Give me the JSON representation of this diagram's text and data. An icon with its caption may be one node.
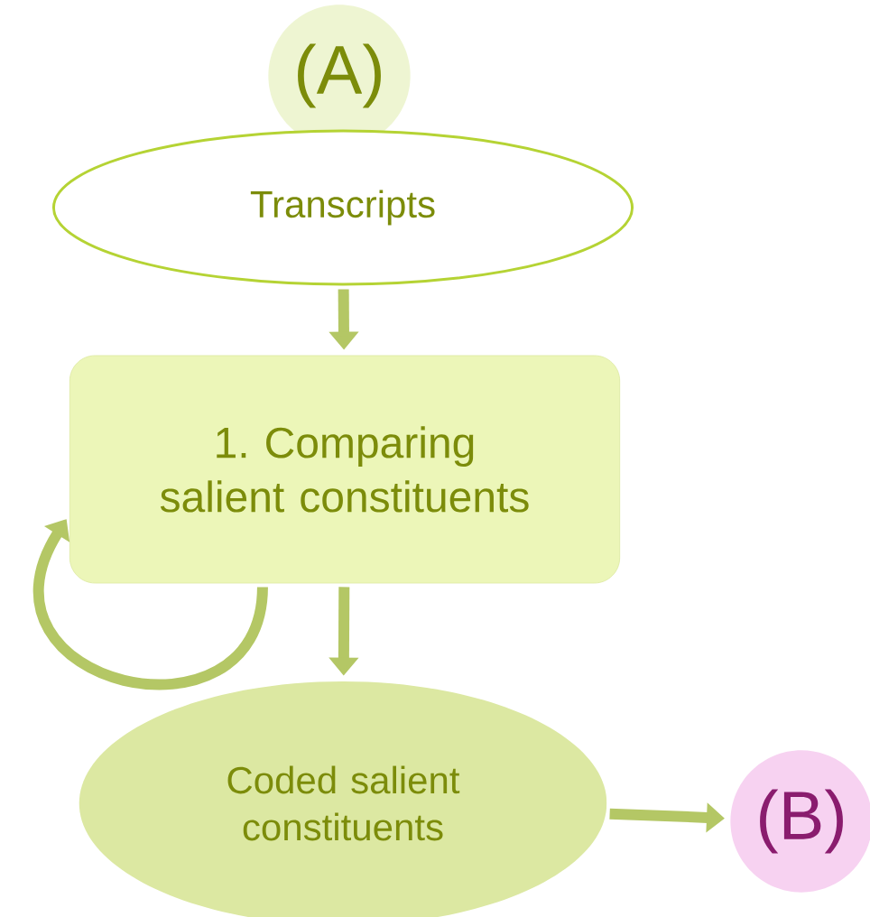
{
  "diagram": {
    "nodes": [
      {
        "text": [
          "(A)"
        ]
      },
      {
        "text": [
          "Transcripts"
        ]
      },
      {
        "text": [
          "1. Comparing salient constituents"
        ]
      },
      {
        "text": [
          "Coded salient constituents"
        ]
      },
      {
        "text": [
          "(B)"
        ]
      }
    ],
    "edges": [
      {
        "from": 1,
        "to": 2,
        "arrow": "to"
      },
      {
        "from": 2,
        "to": 2,
        "arrow": "to"
      },
      {
        "from": 2,
        "to": 3,
        "arrow": "to"
      },
      {
        "from": 3,
        "to": 4,
        "arrow": "to"
      }
    ]
  }
}
